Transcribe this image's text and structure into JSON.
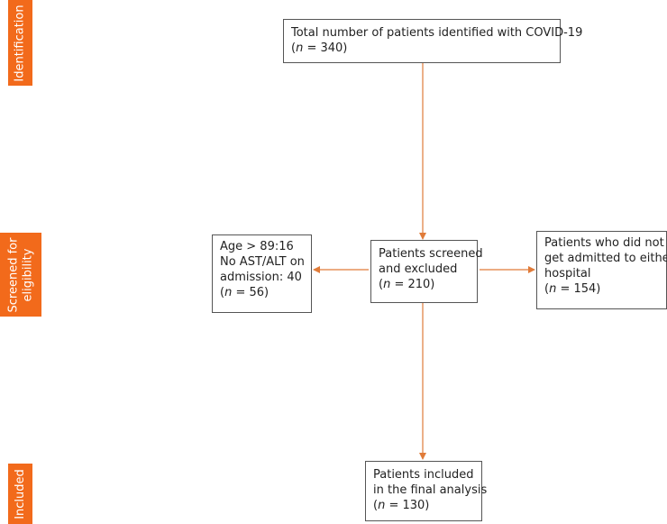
{
  "colors": {
    "stage_fill": "#f26a1b",
    "arrow": "#e07b39",
    "box_border": "#555555"
  },
  "stages": {
    "identification": "Identification",
    "screened_line1": "Screened for",
    "screened_line2": "eligibility",
    "included": "Included"
  },
  "boxes": {
    "total": {
      "line1": "Total number of patients identified with COVID-19",
      "n_var": "n",
      "n_value": " = 340)"
    },
    "excluded_reasons": {
      "line1": "Age > 89:16",
      "line2": "No AST/ALT on",
      "line3": "admission: 40",
      "n_var": "n",
      "n_value": " = 56)"
    },
    "screened": {
      "line1": "Patients screened",
      "line2": "and excluded",
      "n_var": "n",
      "n_value": " = 210)"
    },
    "not_admitted": {
      "line1": "Patients who did not",
      "line2": "get admitted to either",
      "line3": "hospital",
      "n_var": "n",
      "n_value": " = 154)"
    },
    "included": {
      "line1": "Patients included",
      "line2": "in the final analysis",
      "n_var": "n",
      "n_value": " = 130)"
    }
  }
}
